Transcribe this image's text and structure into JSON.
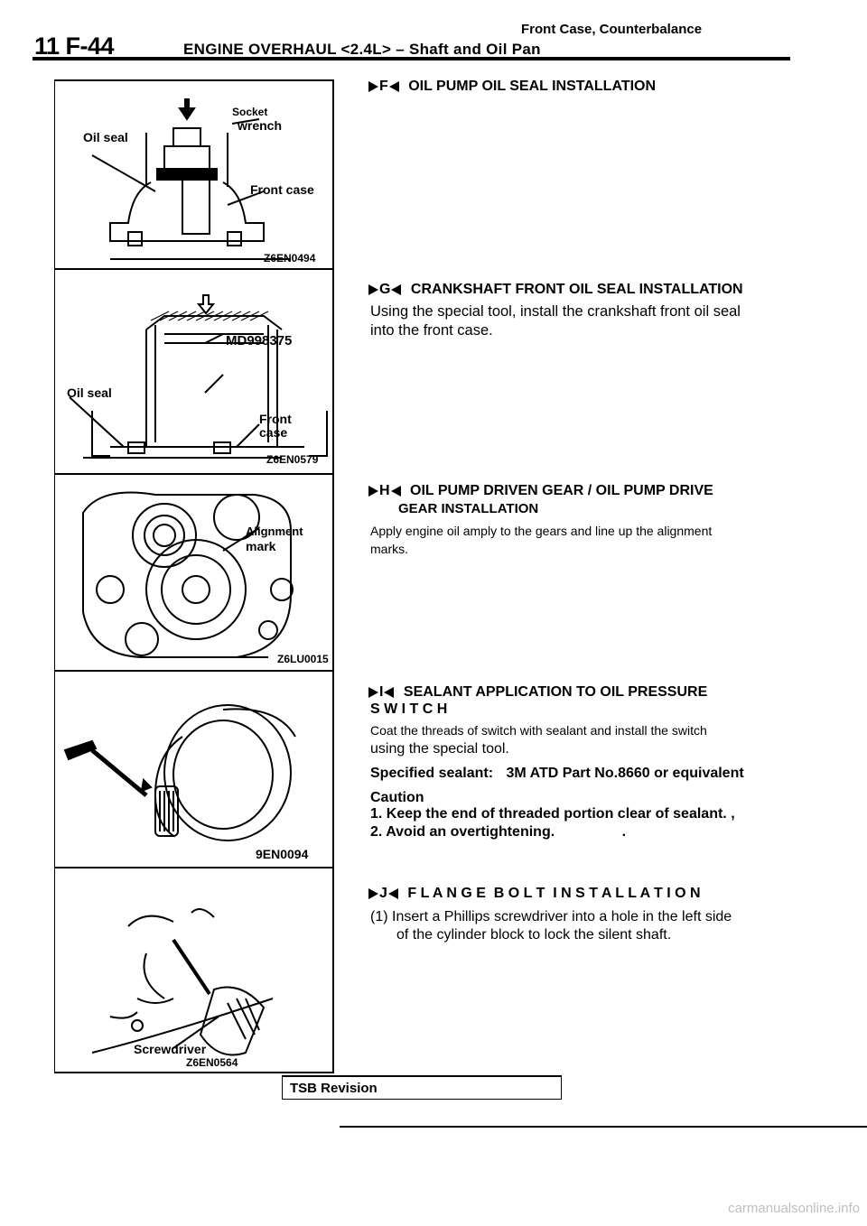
{
  "header": {
    "page_number": "11 F-44",
    "section_top": "Front Case, Counterbalance",
    "section_main": "ENGINE OVERHAUL <2.4L> – Shaft and Oil Pan"
  },
  "figures": [
    {
      "labels": [
        "Socket",
        "wrench",
        "Oil seal",
        "Front case"
      ],
      "code": "Z6EN0494"
    },
    {
      "labels": [
        "MD998375",
        "Oil seal",
        "Front",
        "case"
      ],
      "code": "Z6EN0579"
    },
    {
      "labels": [
        "Alignment",
        "mark"
      ],
      "code": "Z6LU0015"
    },
    {
      "labels": [],
      "code": "9EN0094"
    },
    {
      "labels": [
        "Screwdriver"
      ],
      "code": "Z6EN0564"
    }
  ],
  "sections": {
    "f": {
      "letter": "F",
      "title": "OIL PUMP OIL SEAL INSTALLATION"
    },
    "g": {
      "letter": "G",
      "title": "CRANKSHAFT FRONT OIL SEAL INSTALLATION",
      "body1": "Using the special tool, install the crankshaft front oil seal",
      "body2": "into the front case."
    },
    "h": {
      "letter": "H",
      "title1": "OIL PUMP DRIVEN GEAR / OIL PUMP DRIVE",
      "title2": "GEAR INSTALLATION",
      "body1": "Apply engine oil amply to the gears and line up the alignment",
      "body2": "marks."
    },
    "i": {
      "letter": "I",
      "title1": "SEALANT APPLICATION TO OIL PRESSURE",
      "title2": "S W I T C H",
      "body1": "Coat the threads of switch with sealant and install the switch",
      "body2": "using the special tool.",
      "spec_label": "Specified sealant:",
      "spec_value": "3M ATD Part No.8660 or equivalent",
      "caution": "Caution",
      "caution1": "1. Keep the end of threaded portion clear of sealant. ,",
      "caution2": "2. Avoid an overtightening.",
      "caution2_end": "."
    },
    "j": {
      "letter": "J",
      "title": "F L A N G E  B O L T  I N S T A L L A T I O N",
      "body1": "(1) Insert a Phillips screwdriver into a hole in the left side",
      "body2": "of the cylinder block to lock the silent shaft."
    }
  },
  "footer": {
    "tsb": "TSB Revision"
  },
  "watermark": "carmanualsonline.info"
}
